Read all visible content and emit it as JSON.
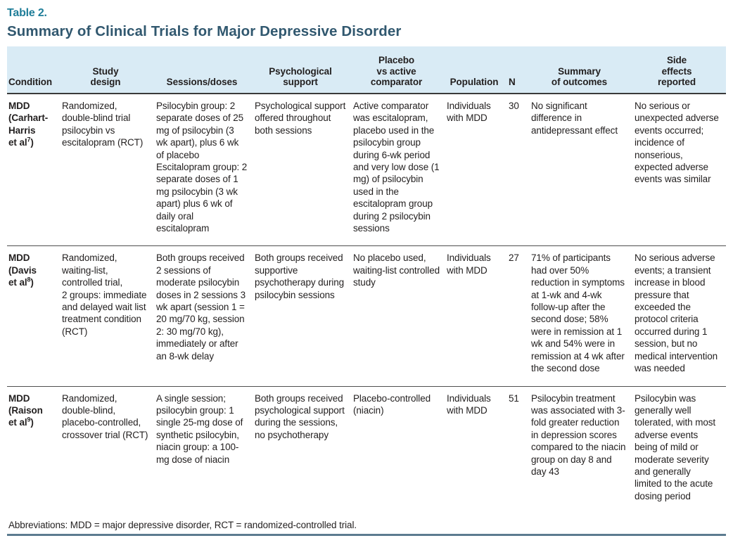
{
  "page": {
    "table_label": "Table 2.",
    "title": "Summary of Clinical Trials for Major Depressive Disorder",
    "footnote": "Abbreviations: MDD = major depressive disorder, RCT = randomized-controlled trial."
  },
  "colors": {
    "table_label": "#1f7e99",
    "title": "#31586f",
    "header_band": "#d9ebf5",
    "header_rule": "#3a3a3a",
    "row_rule": "#4f4f4f",
    "bottom_rule": "#5c7b90",
    "body_text": "#221f1f"
  },
  "table": {
    "columns": [
      {
        "key": "condition",
        "label": "Condition"
      },
      {
        "key": "study_design",
        "label": "Study\ndesign"
      },
      {
        "key": "sessions_doses",
        "label": "Sessions/doses"
      },
      {
        "key": "psych_support",
        "label": "Psychological\nsupport"
      },
      {
        "key": "placebo_comparator",
        "label": "Placebo\nvs active\ncomparator"
      },
      {
        "key": "population",
        "label": "Population"
      },
      {
        "key": "n",
        "label": "N"
      },
      {
        "key": "summary_outcomes",
        "label": "Summary\nof outcomes"
      },
      {
        "key": "side_effects",
        "label": "Side\neffects\nreported"
      }
    ],
    "rows": [
      {
        "condition": {
          "text": "MDD\n(Carhart-Harris\net al",
          "ref": "7",
          "after": ")"
        },
        "study_design": "Randomized, double-blind trial psilocybin vs escitalopram (RCT)",
        "sessions_doses": "Psilocybin group: 2 separate doses of 25 mg of psilocybin (3 wk apart), plus 6 wk of placebo\nEscitalopram group: 2 separate doses of 1 mg psilocybin (3 wk apart) plus 6 wk of daily oral escitalopram",
        "psych_support": "Psychological support offered throughout both sessions",
        "placebo_comparator": "Active comparator was escitalopram, placebo used in the psilocybin group during 6-wk period and very low dose (1 mg) of psilocybin used in the escitalopram group during 2 psilocybin sessions",
        "population": "Individuals with MDD",
        "n": "30",
        "summary_outcomes": "No significant difference in antidepressant effect",
        "side_effects": "No serious or unexpected adverse events occurred; incidence of nonserious, expected adverse events was similar"
      },
      {
        "condition": {
          "text": "MDD\n(Davis\net al",
          "ref": "8",
          "after": ")"
        },
        "study_design": "Randomized, waiting-list, controlled trial,\n2 groups: immediate and delayed wait list treatment condition (RCT)",
        "sessions_doses": "Both groups received 2 sessions of moderate psilocybin doses in 2 sessions 3 wk apart (session 1 = 20 mg/70 kg, session 2: 30 mg/70 kg), immediately or after an 8-wk delay",
        "psych_support": "Both groups received supportive psychotherapy during psilocybin sessions",
        "placebo_comparator": "No placebo used, waiting-list controlled study",
        "population": "Individuals with MDD",
        "n": "27",
        "summary_outcomes": "71% of participants had over 50% reduction in symptoms at 1-wk and 4-wk follow-up after the second dose; 58% were in remission at 1 wk and 54% were in remission at 4 wk after the second dose",
        "side_effects": "No serious adverse events; a transient increase in blood pressure that exceeded the protocol criteria occurred during 1 session, but no medical intervention was needed"
      },
      {
        "condition": {
          "text": "MDD\n(Raison\net al",
          "ref": "9",
          "after": ")"
        },
        "study_design": "Randomized, double-blind, placebo-controlled, crossover trial (RCT)",
        "sessions_doses": "A single session; psilocybin group: 1 single 25-mg dose of synthetic psilocybin, niacin group: a 100-mg dose of niacin",
        "psych_support": "Both groups received psychological support during the sessions, no psychotherapy",
        "placebo_comparator": "Placebo-controlled (niacin)",
        "population": "Individuals with MDD",
        "n": "51",
        "summary_outcomes": "Psilocybin treatment was associated with 3-fold greater reduction in depression scores compared to the niacin group on day 8 and day 43",
        "side_effects": "Psilocybin was generally well tolerated, with most adverse events being of mild or moderate severity and generally limited to the acute dosing period"
      }
    ]
  }
}
